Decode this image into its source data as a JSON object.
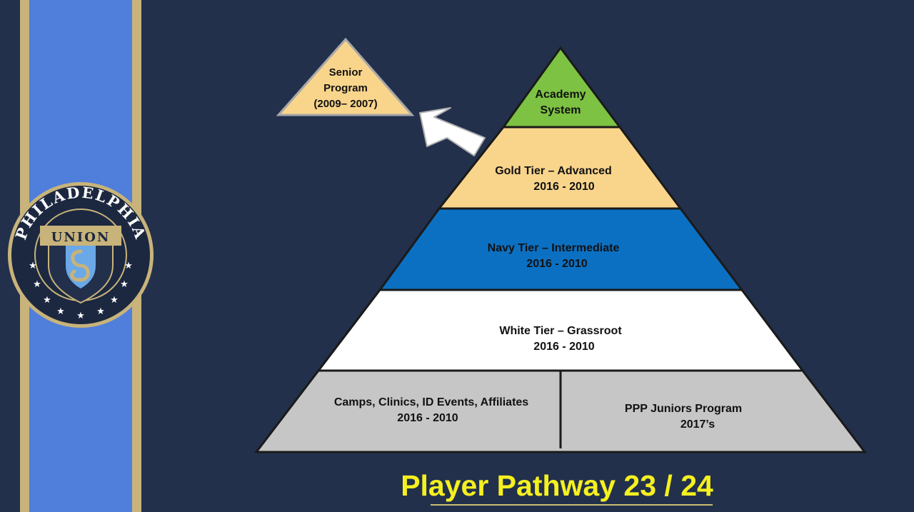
{
  "logo": {
    "arc_text": "PHILADELPHIA",
    "banner_text": "UNION"
  },
  "pyramid": {
    "academy": {
      "line1": "Academy",
      "line2": "System",
      "color": "#7dc242"
    },
    "gold": {
      "line1": "Gold Tier – Advanced",
      "line2": "2016 - 2010",
      "color": "#f9d58c"
    },
    "navy": {
      "line1": "Navy Tier – Intermediate",
      "line2": "2016 - 2010",
      "color": "#0c70c2"
    },
    "white": {
      "line1": "White Tier – Grassroot",
      "line2": "2016 - 2010",
      "color": "#ffffff"
    },
    "base_left": {
      "line1": "Camps, Clinics, ID Events, Affiliates",
      "line2": "2016 - 2010",
      "color": "#c6c6c6"
    },
    "base_right": {
      "line1": "PPP Juniors Program",
      "line2": "2017’s",
      "color": "#c6c6c6"
    }
  },
  "senior": {
    "line1": "Senior",
    "line2": "Program",
    "line3": "(2009– 2007)",
    "color": "#f9d58c"
  },
  "title": "Player Pathway 23 / 24",
  "colors": {
    "background": "#22304c",
    "stripe_blue": "#4f7fdb",
    "stripe_gold": "#c8b37a",
    "title_yellow": "#f5f01f"
  }
}
